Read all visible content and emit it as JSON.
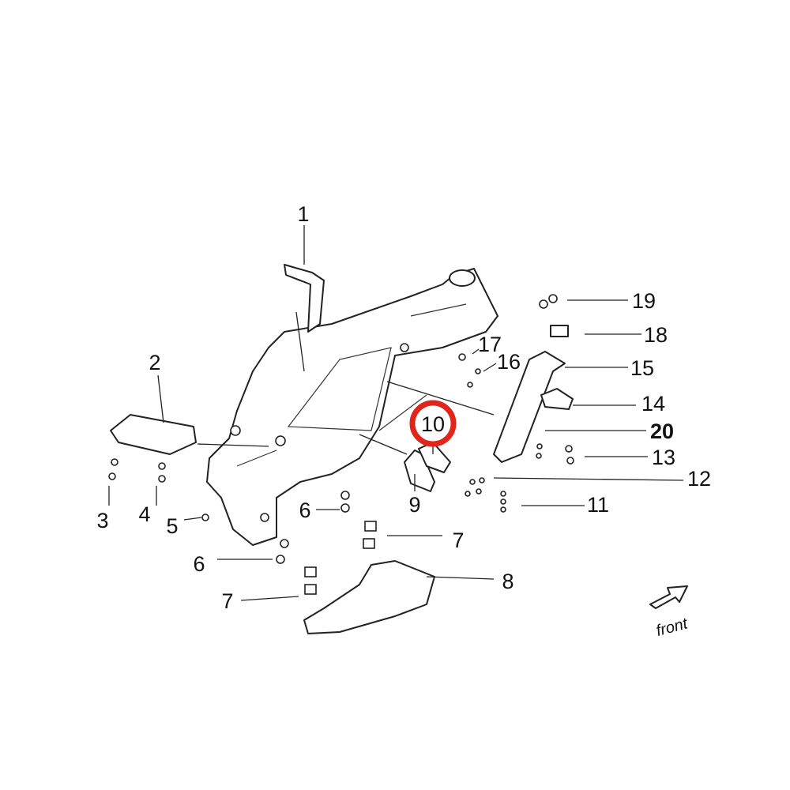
{
  "diagram": {
    "labels": {
      "l1": "1",
      "l2": "2",
      "l3": "3",
      "l4": "4",
      "l5": "5",
      "l6a": "6",
      "l6b": "6",
      "l7a": "7",
      "l7b": "7",
      "l8": "8",
      "l9": "9",
      "l10": "10",
      "l11": "11",
      "l12": "12",
      "l13": "13",
      "l14": "14",
      "l15": "15",
      "l16": "16",
      "l17": "17",
      "l18": "18",
      "l19": "19",
      "l20": "20"
    },
    "highlighted_part": "10",
    "highlight_color": "#e0261b",
    "front_label": "front"
  }
}
